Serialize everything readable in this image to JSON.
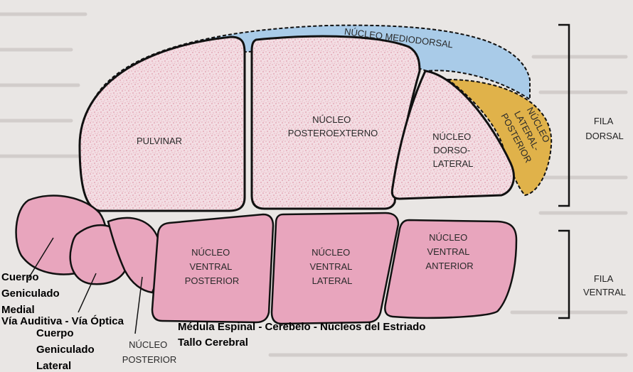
{
  "colors": {
    "paper": "#e9e6e4",
    "nucleus_fill": "#f3dde3",
    "speckle": "#c9566e",
    "pink_nucleus": "#e8a5bd",
    "mediodorsal": "#a9cbe8",
    "lateral_posterior": "#e0b24a",
    "outline": "#111111"
  },
  "labels": {
    "mediodorsal": "NÚCLEO MEDIODORSAL",
    "pulvinar": "PULVINAR",
    "posteroexterno": [
      "NÚCLEO",
      "POSTEROEXTERNO"
    ],
    "dorsolateral": [
      "NÚCLEO",
      "DORSO-",
      "LATERAL"
    ],
    "lateral_posterior": [
      "NÚCLEO",
      "LATERAL-",
      "POSTERIOR"
    ],
    "ventral_posterior": [
      "NÚCLEO",
      "VENTRAL",
      "POSTERIOR"
    ],
    "ventral_lateral": [
      "NÚCLEO",
      "VENTRAL",
      "LATERAL"
    ],
    "ventral_anterior": [
      "NÚCLEO",
      "VENTRAL",
      "ANTERIOR"
    ],
    "posterior": [
      "NÚCLEO",
      "POSTERIOR"
    ],
    "fila_dorsal": [
      "FILA",
      "DORSAL"
    ],
    "fila_ventral": [
      "FILA",
      "VENTRAL"
    ]
  },
  "annotations": {
    "medial_geniculate": [
      "Cuerpo",
      "Geniculado",
      "Medial"
    ],
    "auditory_visual_path": "Vía Auditiva - Vía Óptica",
    "lateral_geniculate": [
      "Cuerpo",
      "Geniculado",
      "Lateral"
    ],
    "ventral_connections": "Médula Espinal - Cerebelo - Núcleos del Estriado",
    "tallo": "Tallo Cerebral"
  }
}
